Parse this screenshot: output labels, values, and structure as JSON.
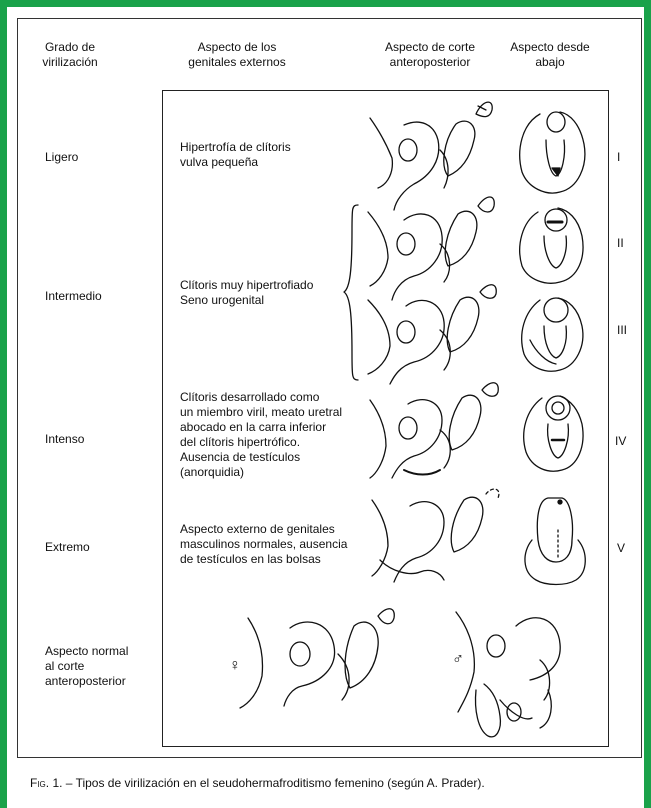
{
  "headers": {
    "grado": "Grado de\nvirilización",
    "externos": "Aspecto de los\ngenitales externos",
    "corte": "Aspecto de corte\nanteroposterior",
    "abajo": "Aspecto desde\nabajo"
  },
  "rows": [
    {
      "grado": "Ligero",
      "descripcion": "Hipertrofía de clítoris\nvulva pequeña",
      "tipos": [
        "I"
      ]
    },
    {
      "grado": "Intermedio",
      "descripcion": "Clítoris muy hipertrofiado\nSeno urogenital",
      "tipos": [
        "II",
        "III"
      ]
    },
    {
      "grado": "Intenso",
      "descripcion": "Clítoris desarrollado como\nun miembro viril, meato uretral\nabocado en la carra inferior\ndel clítoris hipertrófico.\nAusencia de testículos\n(anorquidia)",
      "tipos": [
        "IV"
      ]
    },
    {
      "grado": "Extremo",
      "descripcion": "Aspecto externo de genitales\nmasculinos normales, ausencia\nde testículos en las bolsas",
      "tipos": [
        "V"
      ]
    },
    {
      "grado": "Aspecto normal\nal corte\nanteroposterior",
      "descripcion": "",
      "tipos": []
    }
  ],
  "symbols": {
    "female": "♀",
    "male": "♂"
  },
  "caption": {
    "prefix": "Fig. 1.",
    "text": " – Tipos de virilización en el seudohermafroditismo femenino (según A. Prader)."
  },
  "colors": {
    "frame": "#1aa24a",
    "ink": "#111111"
  }
}
